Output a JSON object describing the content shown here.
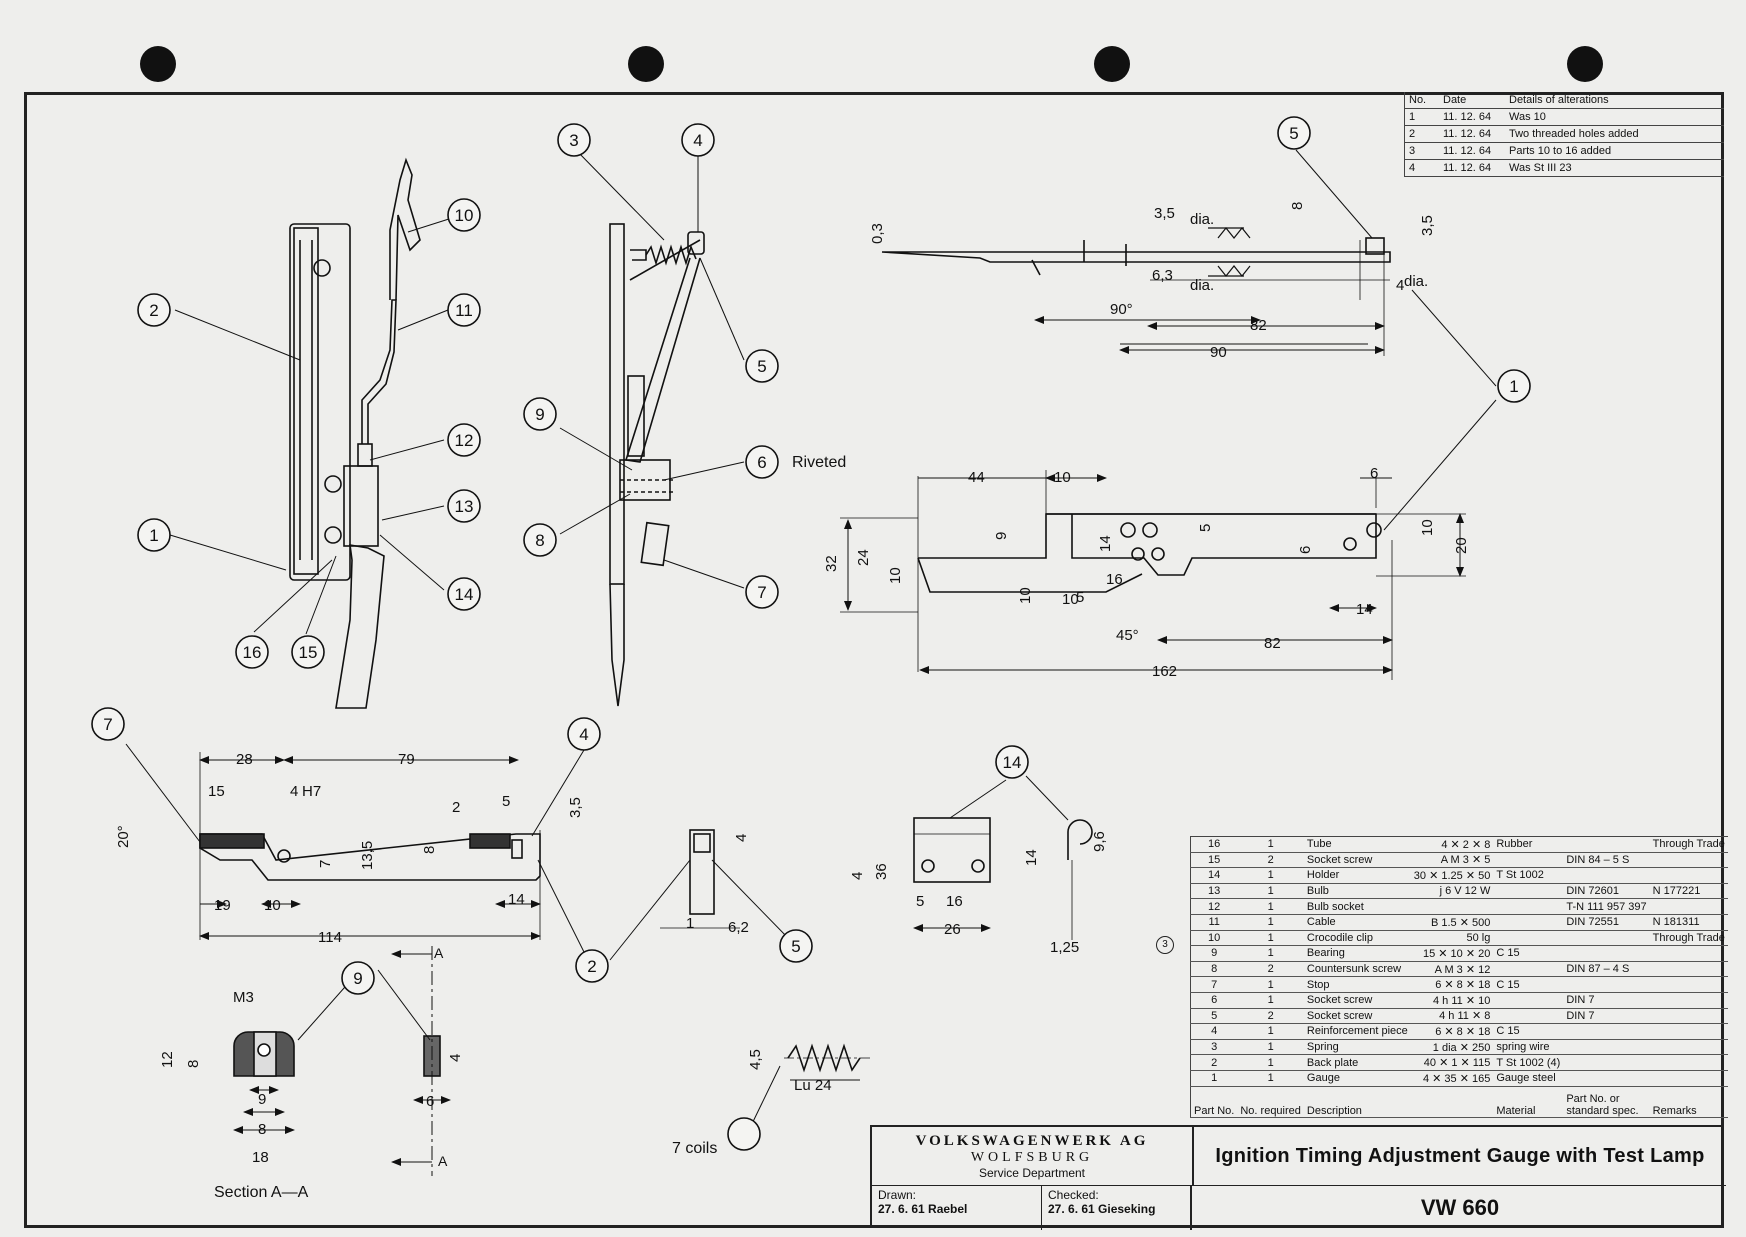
{
  "alterations": {
    "headers": [
      "No.",
      "Date",
      "Details of alterations"
    ],
    "rows": [
      [
        "1",
        "11. 12. 64",
        "Was 10"
      ],
      [
        "2",
        "11. 12. 64",
        "Two threaded holes added"
      ],
      [
        "3",
        "11. 12. 64",
        "Parts 10 to 16 added"
      ],
      [
        "4",
        "11. 12. 64",
        "Was St III 23"
      ]
    ]
  },
  "parts_list": {
    "headers": [
      "Part No.",
      "No. required",
      "Description",
      "Material",
      "Part No. or standard spec.",
      "Remarks"
    ],
    "rows": [
      [
        "16",
        "1",
        "Tube",
        "4 ✕ 2 ✕ 8",
        "Rubber",
        "",
        "Through Trade"
      ],
      [
        "15",
        "2",
        "Socket screw",
        "A M 3 ✕ 5",
        "",
        "DIN 84 – 5 S",
        ""
      ],
      [
        "14",
        "1",
        "Holder",
        "30 ✕ 1.25 ✕ 50",
        "T St 1002",
        "",
        ""
      ],
      [
        "13",
        "1",
        "Bulb",
        "j 6 V 12 W",
        "",
        "DIN 72601",
        "N 177221"
      ],
      [
        "12",
        "1",
        "Bulb socket",
        "",
        "",
        "T-N 111 957 397",
        ""
      ],
      [
        "11",
        "1",
        "Cable",
        "B 1.5 ✕ 500",
        "",
        "DIN 72551",
        "N 181311"
      ],
      [
        "10",
        "1",
        "Crocodile clip",
        "50 lg",
        "",
        "",
        "Through Trade"
      ],
      [
        "9",
        "1",
        "Bearing",
        "15 ✕ 10 ✕ 20",
        "C 15",
        "",
        ""
      ],
      [
        "8",
        "2",
        "Countersunk screw",
        "A M 3 ✕ 12",
        "",
        "DIN 87 – 4 S",
        ""
      ],
      [
        "7",
        "1",
        "Stop",
        "6 ✕ 8 ✕ 18",
        "C 15",
        "",
        ""
      ],
      [
        "6",
        "1",
        "Socket screw",
        "4 h 11 ✕ 10",
        "",
        "DIN 7",
        ""
      ],
      [
        "5",
        "2",
        "Socket screw",
        "4 h 11 ✕ 8",
        "",
        "DIN 7",
        ""
      ],
      [
        "4",
        "1",
        "Reinforcement piece",
        "6 ✕ 8 ✕ 18",
        "C 15",
        "",
        ""
      ],
      [
        "3",
        "1",
        "Spring",
        "1 dia ✕ 250",
        "spring wire",
        "",
        ""
      ],
      [
        "2",
        "1",
        "Back plate",
        "40 ✕ 1 ✕ 115",
        "T St 1002 (4)",
        "",
        ""
      ],
      [
        "1",
        "1",
        "Gauge",
        "4 ✕ 35 ✕ 165",
        "Gauge steel",
        "",
        ""
      ]
    ]
  },
  "title_block": {
    "company": "VOLKSWAGENWERK AG",
    "city": "WOLFSBURG",
    "department": "Service Department",
    "drawn_label": "Drawn:",
    "drawn_value": "27. 6. 61 Raebel",
    "checked_label": "Checked:",
    "checked_value": "27. 6. 61 Gieseking",
    "title": "Ignition Timing Adjustment Gauge with Test Lamp",
    "number": "VW 660"
  },
  "notes": {
    "riveted": "Riveted",
    "section": "Section A—A",
    "coils": "7 coils",
    "lu": "Lu 24",
    "circle_3": "3"
  }
}
